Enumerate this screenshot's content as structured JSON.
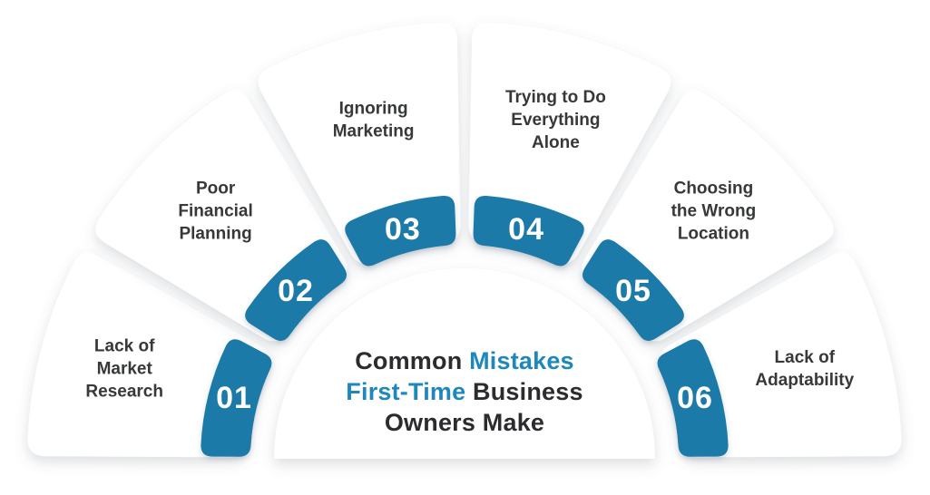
{
  "title": {
    "line1": [
      {
        "text": "Common ",
        "accent": false
      },
      {
        "text": "Mistakes",
        "accent": true
      }
    ],
    "line2": [
      {
        "text": "First-Time",
        "accent": true
      },
      {
        "text": " Business",
        "accent": false
      }
    ],
    "line3": [
      {
        "text": "Owners Make",
        "accent": false
      }
    ]
  },
  "segments": [
    {
      "number": "01",
      "label_lines": [
        "Lack of",
        "Market",
        "Research"
      ]
    },
    {
      "number": "02",
      "label_lines": [
        "Poor",
        "Financial",
        "Planning"
      ]
    },
    {
      "number": "03",
      "label_lines": [
        "Ignoring",
        "Marketing"
      ]
    },
    {
      "number": "04",
      "label_lines": [
        "Trying to Do",
        "Everything",
        "Alone"
      ]
    },
    {
      "number": "05",
      "label_lines": [
        "Choosing",
        "the Wrong",
        "Location"
      ]
    },
    {
      "number": "06",
      "label_lines": [
        "Lack of",
        "Adaptability"
      ]
    }
  ],
  "colors": {
    "background": "#FFFFFF",
    "card": "#FFFFFF",
    "band": "#1B7AA9",
    "accent": "#1E87BB",
    "title_text": "#2B2C2F",
    "label_text": "#36383A",
    "number_text": "#FFFFFF"
  }
}
